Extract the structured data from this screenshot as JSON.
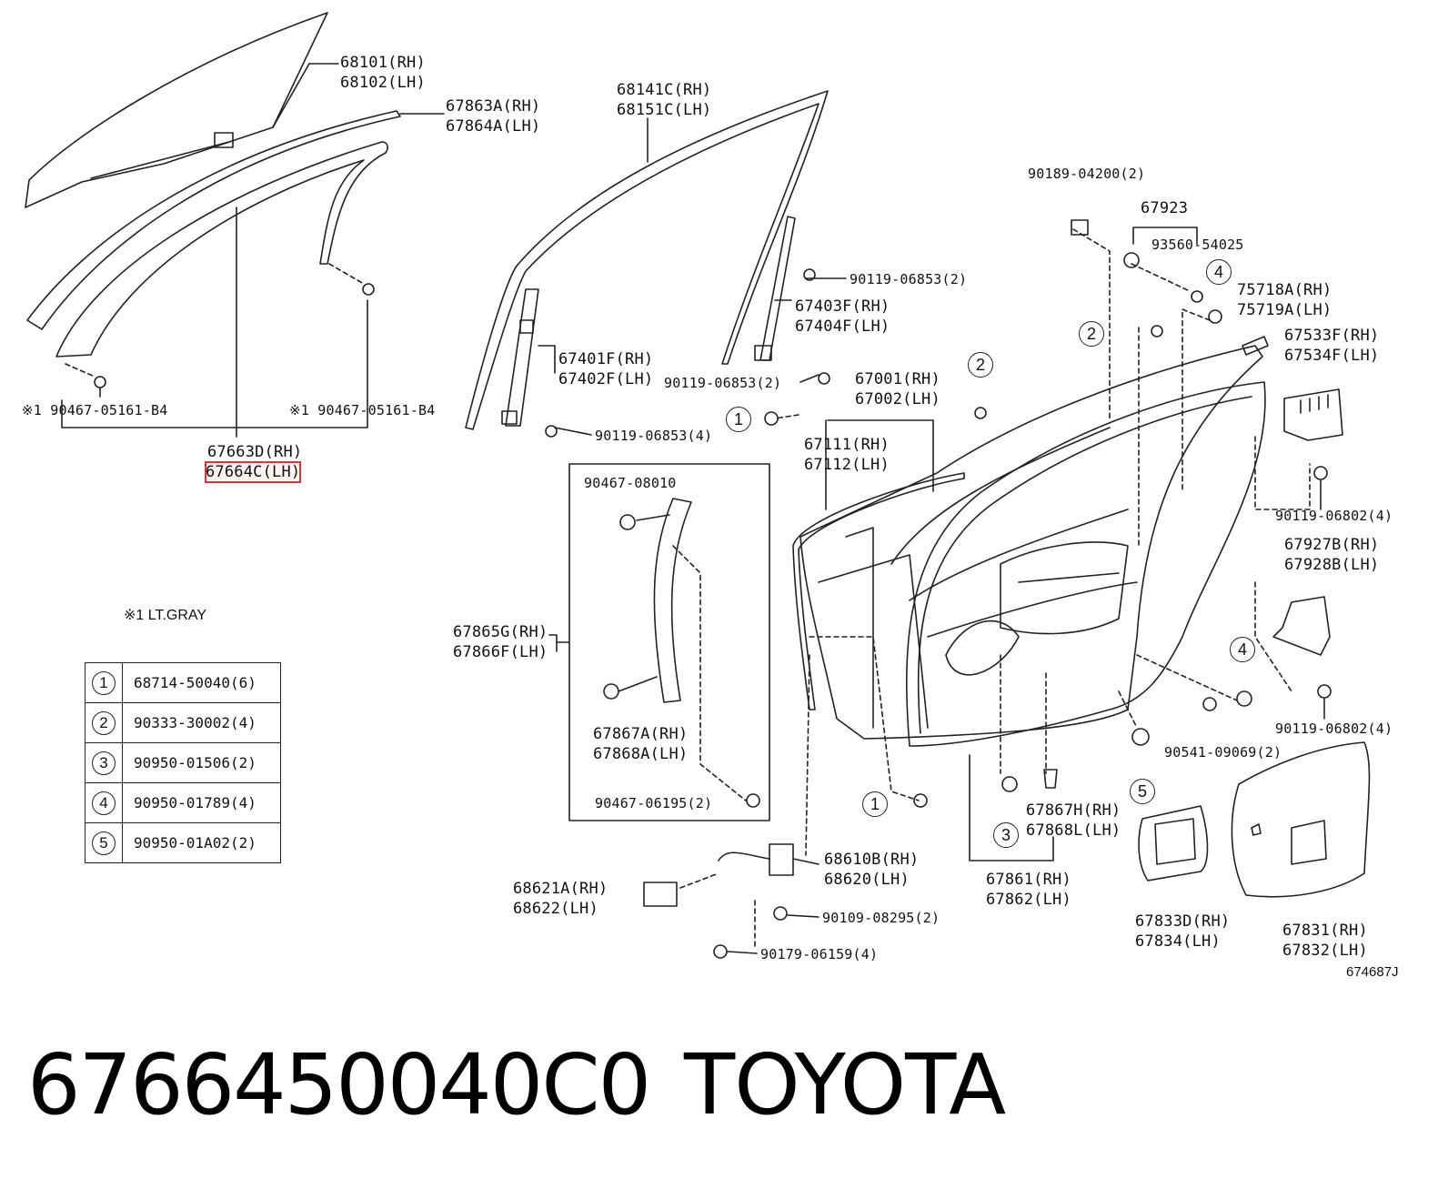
{
  "labels": {
    "window_glass": [
      "68101(RH)",
      "68102(LH)"
    ],
    "outer_weatherstrip": [
      "67863A(RH)",
      "67864A(LH)"
    ],
    "pillar_garnish": [
      "67663D(RH)",
      "67664C(LH)"
    ],
    "clip_left": "※1 90467-05161-B4",
    "clip_right": "※1 90467-05161-B4",
    "glass_run": [
      "68141C(RH)",
      "68151C(LH)"
    ],
    "rear_channel_bolt": "90119-06853(2)",
    "rear_channel": [
      "67403F(RH)",
      "67404F(LH)"
    ],
    "front_channel": [
      "67401F(RH)",
      "67402F(LH)"
    ],
    "front_channel_bolt": "90119-06853(2)",
    "channel_bolt_4": "90119-06853(4)",
    "door_panel": [
      "67001(RH)",
      "67002(LH)"
    ],
    "frame_seal": [
      "67111(RH)",
      "67112(LH)"
    ],
    "screw_top": "90189-04200(2)",
    "set_67923": "67923",
    "set_93560": "93560-54025",
    "hinge_cover": [
      "75718A(RH)",
      "75719A(LH)"
    ],
    "check_cover": [
      "67533F(RH)",
      "67534F(LH)"
    ],
    "bolt_06802_top": "90119-06802(4)",
    "speaker_bracket": [
      "67927B(RH)",
      "67928B(LH)"
    ],
    "bolt_06802_bottom": "90119-06802(4)",
    "nut_09069": "90541-09069(2)",
    "inset_clip_top": "90467-08010",
    "inset_molding": [
      "67865G(RH)",
      "67866F(LH)"
    ],
    "inset_piece": [
      "67867A(RH)",
      "67868A(LH)"
    ],
    "inset_clip_bottom": "90467-06195(2)",
    "door_check": [
      "68610B(RH)",
      "68620(LH)"
    ],
    "check_cap": [
      "68621A(RH)",
      "68622(LH)"
    ],
    "bolt_08295": "90109-08295(2)",
    "nut_06159": "90179-06159(4)",
    "cover_plug": [
      "67867H(RH)",
      "67868L(LH)"
    ],
    "weatherstrip": [
      "67861(RH)",
      "67862(LH)"
    ],
    "service_hole_cover": [
      "67833D(RH)",
      "67834(LH)"
    ],
    "trim_panel": [
      "67831(RH)",
      "67832(LH)"
    ]
  },
  "note": "※1 LT.GRAY",
  "legend": [
    {
      "num": "1",
      "part": "68714-50040(6)"
    },
    {
      "num": "2",
      "part": "90333-30002(4)"
    },
    {
      "num": "3",
      "part": "90950-01506(2)"
    },
    {
      "num": "4",
      "part": "90950-01789(4)"
    },
    {
      "num": "5",
      "part": "90950-01A02(2)"
    }
  ],
  "callouts": [
    "1",
    "2",
    "2",
    "4",
    "1",
    "3",
    "4",
    "5"
  ],
  "figure_code": "674687J",
  "part_number": "6766450040C0",
  "brand": "TOYOTA",
  "highlight_color": "#e0303a"
}
